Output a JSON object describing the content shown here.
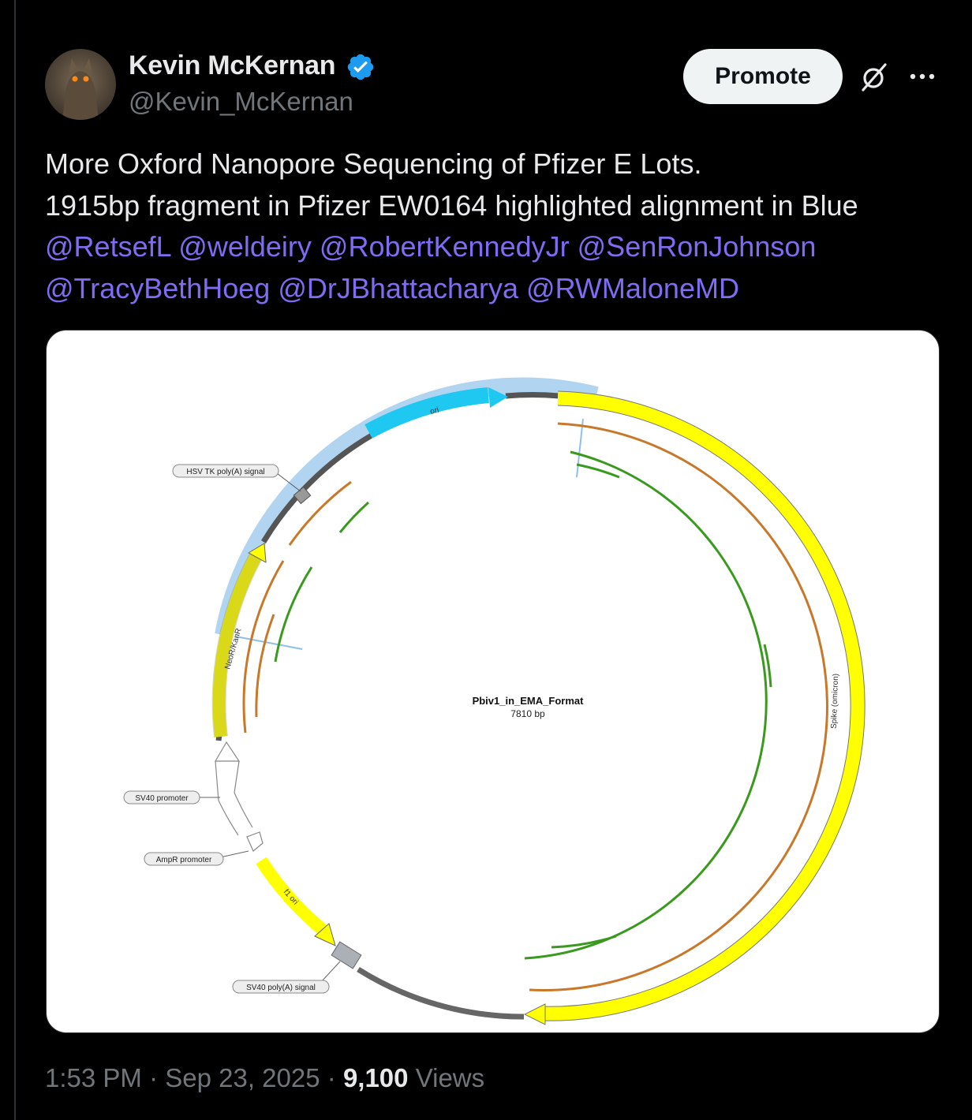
{
  "author": {
    "name": "Kevin McKernan",
    "handle": "@Kevin_McKernan",
    "verified_icon": "verified-badge-icon",
    "verified_color": "#1d9bf0"
  },
  "actions": {
    "promote_label": "Promote",
    "grok_icon": "grok-icon",
    "more_icon": "more-dots-icon"
  },
  "tweet": {
    "line1": "More Oxford Nanopore Sequencing of Pfizer E Lots.",
    "line2": "1915bp fragment in Pfizer EW0164 highlighted alignment in Blue",
    "mentions_row1": [
      "@RetsefL",
      "@weldeiry",
      "@RobertKennedyJr",
      "@SenRonJohnson"
    ],
    "mentions_row2": [
      "@TracyBethHoeg",
      "@DrJBhattacharya",
      "@RWMaloneMD"
    ],
    "mention_color": "#7e6cf2"
  },
  "plasmid_map": {
    "name": "Pbiv1_in_EMA_Format",
    "size": "7810 bp",
    "features": {
      "ori": "ori",
      "hsv": "HSV TK poly(A) signal",
      "neor": "NeoR/KanR",
      "sv40_promoter": "SV40 promoter",
      "ampr_promoter": "AmpR promoter",
      "f1_ori": "f1 ori",
      "sv40_polya": "SV40 poly(A) signal",
      "spike": "Spike (omicron)"
    },
    "colors": {
      "feature_yellow": "#ffff00",
      "ori_blue": "#1ec8f0",
      "highlight_blue": "#a8d0f0",
      "backbone_gray": "#666666",
      "orange_read": "#c8782a",
      "green_read": "#3a9a1e"
    }
  },
  "footer": {
    "time": "1:53 PM",
    "date": "Sep 23, 2025",
    "views_count": "9,100",
    "views_label": "Views",
    "separator": "·"
  }
}
